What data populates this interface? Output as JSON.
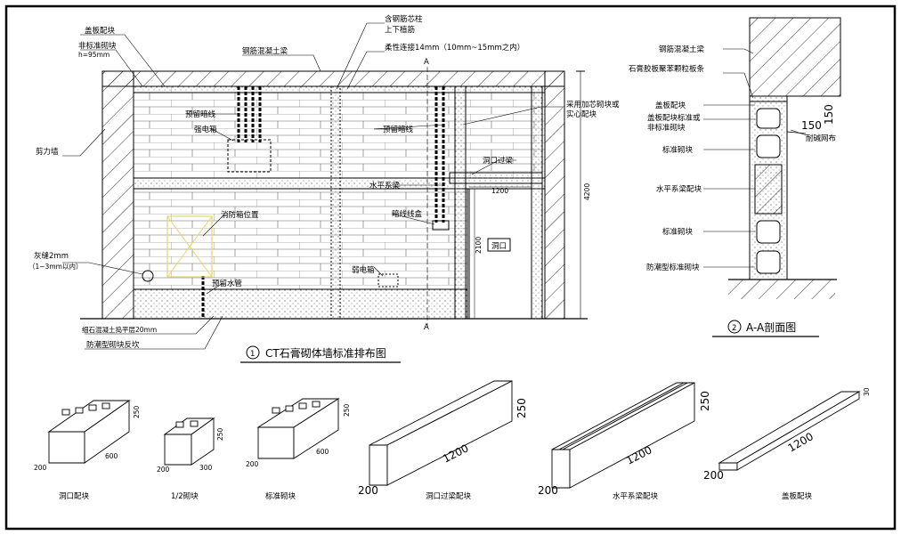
{
  "elevation": {
    "title_no": "1",
    "title": "CT石膏砌体墙标准排布图",
    "labels": {
      "cover_block": "盖板配块",
      "nonstd_block": "非标准砌块",
      "nonstd_h": "h=95mm",
      "rc_beam": "钢筋混凝土梁",
      "core_column_1": "含钢筋芯柱",
      "core_column_2": "上下植筋",
      "flex_joint": "柔性连接14mm（10mm~15mm之内）",
      "axis_a_top": "A",
      "shear_wall": "剪力墙",
      "reserved_conduit": "预留暗线",
      "strong_box": "强电箱",
      "weak_conduit": "预留暗线",
      "aerated_block_1": "采用加芯砌块或",
      "aerated_block_2": "实心配块",
      "lintel": "洞口过梁",
      "horizontal_beam": "水平系梁",
      "conduit_box": "暗线线盒",
      "fire_box": "消防箱位置",
      "opening": "洞口",
      "gray_joint_1": "灰缝2mm",
      "gray_joint_2": "（1~3mm以内）",
      "weak_box": "弱电箱",
      "reserved_pipe": "预留水管",
      "fine_concrete": "细石混凝土捣平层20mm",
      "moisture_base": "防潮型砌块反坎",
      "axis_a_bottom": "A",
      "dim_1200": "1200",
      "dim_height": "4200",
      "dim_door": "2100"
    }
  },
  "section": {
    "title_no": "2",
    "title": "A-A剖面图",
    "labels": {
      "rc_beam": "钢筋混凝土梁",
      "foam_strip": "石膏胶板聚苯颗粒板条",
      "cover_block": "盖板配块",
      "nonstd_1": "盖板配块标准或",
      "nonstd_2": "非标准砌块",
      "dim_150_h": "150",
      "dim_150_v": "150",
      "mesh": "耐碱网布",
      "std_block_1": "标准砌块",
      "horiz_block": "水平系梁配块",
      "std_block_2": "标准砌块",
      "moisture_block": "防潮型标准砌块"
    }
  },
  "blocks": [
    {
      "name": "洞口配块",
      "d1": "200",
      "d2": "600",
      "d3": "250"
    },
    {
      "name": "1/2砌块",
      "d1": "200",
      "d2": "300",
      "d3": "250"
    },
    {
      "name": "标准砌块",
      "d1": "200",
      "d2": "600",
      "d3": "250"
    },
    {
      "name": "洞口过梁配块",
      "d1": "200",
      "d2": "1200",
      "d3": "250"
    },
    {
      "name": "水平系梁配块",
      "d1": "200",
      "d2": "1200",
      "d3": "250"
    },
    {
      "name": "盖板配块",
      "d1": "200",
      "d2": "1200",
      "d3": "30"
    }
  ]
}
